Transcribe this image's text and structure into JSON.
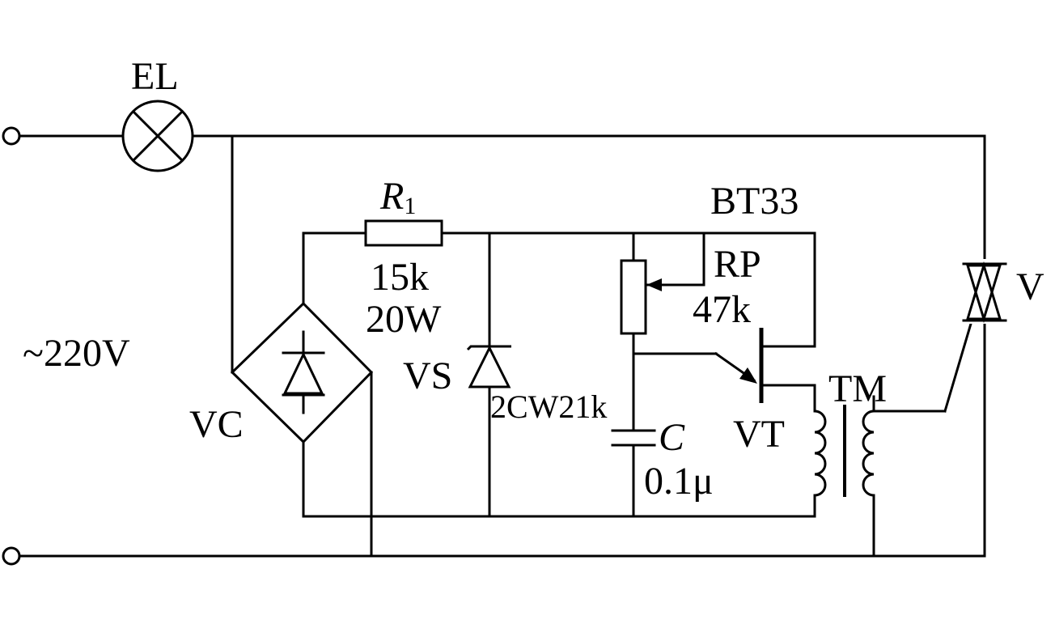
{
  "diagram": {
    "labels": {
      "lamp": "EL",
      "supply": "~220V",
      "resistor": "R",
      "resistor_sub": "1",
      "resistor_value": "15k",
      "resistor_power": "20W",
      "bridge": "VC",
      "zener": "VS",
      "zener_part": "2CW21k",
      "pot": "RP",
      "pot_value": "47k",
      "ujt_part": "BT33",
      "ujt": "VT",
      "capacitor": "C",
      "capacitor_value": "0.1μ",
      "transformer": "TM",
      "triac": "V"
    }
  }
}
